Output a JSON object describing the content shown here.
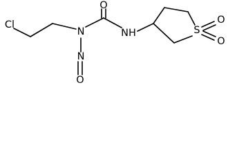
{
  "molecule": {
    "atoms": {
      "chlorine": "Cl",
      "carbonyl_oxygen": "O",
      "amide_nitrogen": "N",
      "nitroso_nitrogen": "N",
      "nitroso_oxygen": "O",
      "urea_nitrogen_h": "NH",
      "sulfur": "S",
      "sulfone_oxygen_top": "O",
      "sulfone_oxygen_bottom": "O"
    }
  }
}
